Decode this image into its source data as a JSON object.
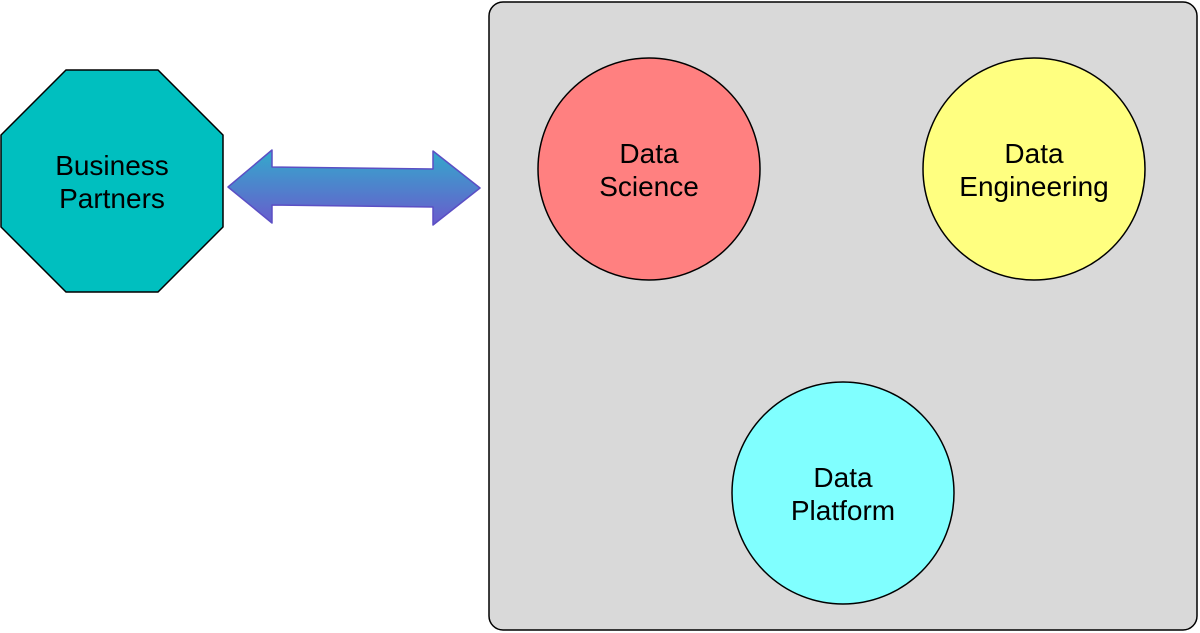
{
  "colors": {
    "business_partners_fill": "#00BFBF",
    "container_fill": "#D9D9D9",
    "data_science_fill": "#FF8080",
    "data_engineering_fill": "#FFFF80",
    "data_platform_fill": "#80FFFF",
    "arrow_gradient_top": "#33AACB",
    "arrow_gradient_bottom": "#6A5ACD",
    "stroke": "#000000"
  },
  "nodes": {
    "business_partners": {
      "shape": "octagon",
      "line1": "Business",
      "line2": "Partners"
    },
    "data_science": {
      "shape": "circle",
      "line1": "Data",
      "line2": "Science"
    },
    "data_engineering": {
      "shape": "circle",
      "line1": "Data",
      "line2": "Engineering"
    },
    "data_platform": {
      "shape": "circle",
      "line1": "Data",
      "line2": "Platform"
    }
  },
  "connectors": [
    {
      "from": "business_partners",
      "to": "data_team_container",
      "type": "double-headed-arrow"
    }
  ]
}
